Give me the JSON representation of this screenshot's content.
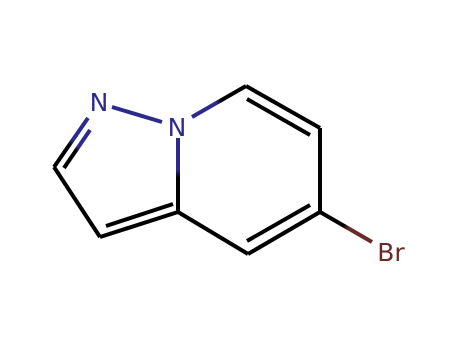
{
  "molecule": {
    "atoms": [
      {
        "label": "N",
        "color": "#2c2a8c"
      },
      {
        "label": "N",
        "color": "#2c2a8c"
      },
      {
        "label": "Br",
        "color": "#6b2a2a"
      }
    ],
    "colors": {
      "carbon_bond": "#000000",
      "nitrogen": "#2c2a8c",
      "bromine": "#6b2a2a"
    }
  }
}
